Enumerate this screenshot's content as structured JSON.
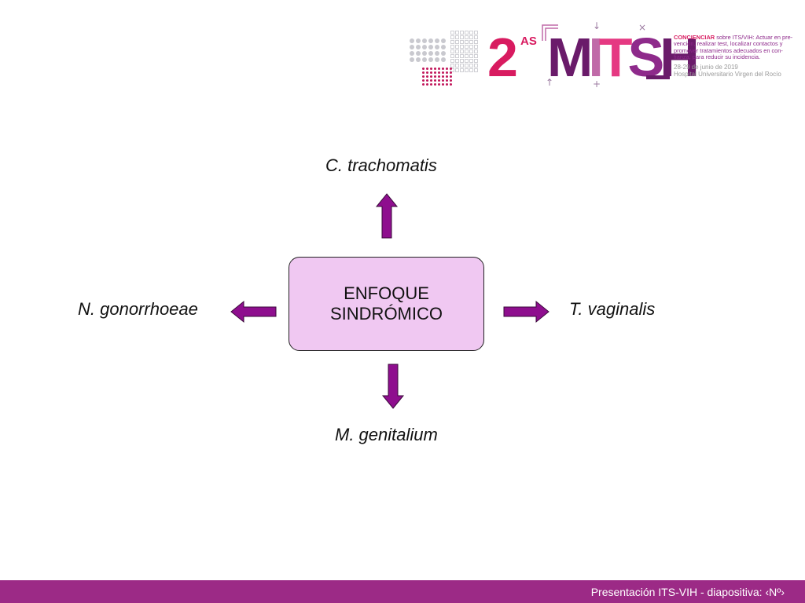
{
  "logo": {
    "number": "2",
    "superscript": "AS",
    "word_letters": [
      "M",
      "I",
      "T",
      "S",
      "H"
    ],
    "info_highlight": "CONCIENCIAR",
    "info_text": " sobre ITS/VIH: Actuar en pre-vención, realizar test, localizar contactos y promover tratamientos adecuados en con-fianza, para reducir su incidencia.",
    "date_line": "28-29 de junio de 2019",
    "venue_line": "Hospital Universitario Virgen del Rocío",
    "glyphs": {
      "down": "↓",
      "up": "↑",
      "times": "×",
      "plus": "+"
    }
  },
  "diagram": {
    "center_line1": "ENFOQUE",
    "center_line2": "SINDRÓMICO",
    "top": "C. trachomatis",
    "left": "N. gonorrhoeae",
    "right": "T. vaginalis",
    "bottom": "M. genitalium",
    "arrow_color": "#8e0e8e",
    "box_color": "#f0c8f2"
  },
  "footer": {
    "text": "Presentación ITS-VIH  - diapositiva:  ‹Nº›",
    "color": "#9c2a86"
  }
}
